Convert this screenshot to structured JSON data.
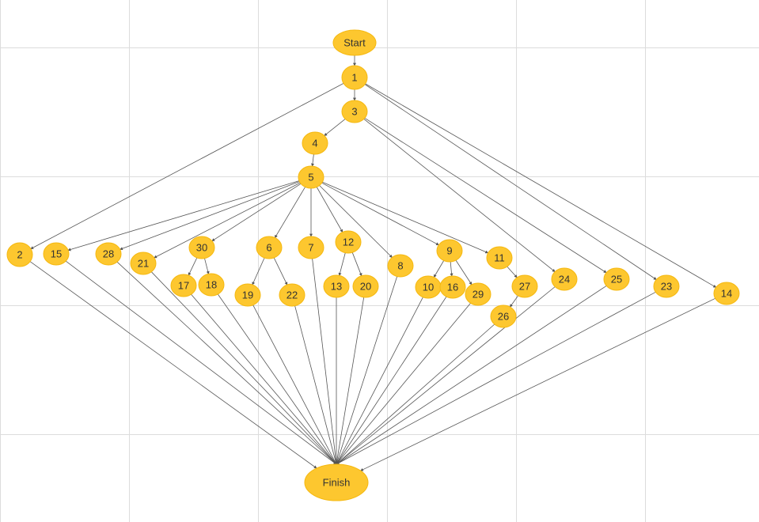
{
  "colors": {
    "node_fill": "#fdc72f",
    "node_stroke": "#f5b80f",
    "edge": "#555555",
    "grid": "#dcdcdc",
    "label": "#333333"
  },
  "nodes": [
    {
      "id": "Start",
      "label": "Start"
    },
    {
      "id": "1",
      "label": "1"
    },
    {
      "id": "3",
      "label": "3"
    },
    {
      "id": "4",
      "label": "4"
    },
    {
      "id": "5",
      "label": "5"
    },
    {
      "id": "2",
      "label": "2"
    },
    {
      "id": "15",
      "label": "15"
    },
    {
      "id": "28",
      "label": "28"
    },
    {
      "id": "21",
      "label": "21"
    },
    {
      "id": "30",
      "label": "30"
    },
    {
      "id": "17",
      "label": "17"
    },
    {
      "id": "18",
      "label": "18"
    },
    {
      "id": "6",
      "label": "6"
    },
    {
      "id": "19",
      "label": "19"
    },
    {
      "id": "22",
      "label": "22"
    },
    {
      "id": "7",
      "label": "7"
    },
    {
      "id": "12",
      "label": "12"
    },
    {
      "id": "13",
      "label": "13"
    },
    {
      "id": "20",
      "label": "20"
    },
    {
      "id": "8",
      "label": "8"
    },
    {
      "id": "9",
      "label": "9"
    },
    {
      "id": "10",
      "label": "10"
    },
    {
      "id": "16",
      "label": "16"
    },
    {
      "id": "29",
      "label": "29"
    },
    {
      "id": "11",
      "label": "11"
    },
    {
      "id": "27",
      "label": "27"
    },
    {
      "id": "26",
      "label": "26"
    },
    {
      "id": "24",
      "label": "24"
    },
    {
      "id": "25",
      "label": "25"
    },
    {
      "id": "23",
      "label": "23"
    },
    {
      "id": "14",
      "label": "14"
    },
    {
      "id": "Finish",
      "label": "Finish"
    }
  ],
  "edges": [
    [
      "Start",
      "1"
    ],
    [
      "1",
      "3"
    ],
    [
      "1",
      "2"
    ],
    [
      "1",
      "23"
    ],
    [
      "1",
      "14"
    ],
    [
      "3",
      "4"
    ],
    [
      "3",
      "24"
    ],
    [
      "3",
      "25"
    ],
    [
      "4",
      "5"
    ],
    [
      "5",
      "15"
    ],
    [
      "5",
      "28"
    ],
    [
      "5",
      "21"
    ],
    [
      "5",
      "30"
    ],
    [
      "5",
      "6"
    ],
    [
      "5",
      "7"
    ],
    [
      "5",
      "12"
    ],
    [
      "5",
      "8"
    ],
    [
      "5",
      "9"
    ],
    [
      "5",
      "11"
    ],
    [
      "30",
      "17"
    ],
    [
      "30",
      "18"
    ],
    [
      "6",
      "19"
    ],
    [
      "6",
      "22"
    ],
    [
      "12",
      "13"
    ],
    [
      "12",
      "20"
    ],
    [
      "9",
      "10"
    ],
    [
      "9",
      "16"
    ],
    [
      "9",
      "29"
    ],
    [
      "11",
      "27"
    ],
    [
      "27",
      "26"
    ],
    [
      "2",
      "Finish"
    ],
    [
      "15",
      "Finish"
    ],
    [
      "28",
      "Finish"
    ],
    [
      "21",
      "Finish"
    ],
    [
      "17",
      "Finish"
    ],
    [
      "18",
      "Finish"
    ],
    [
      "19",
      "Finish"
    ],
    [
      "22",
      "Finish"
    ],
    [
      "7",
      "Finish"
    ],
    [
      "13",
      "Finish"
    ],
    [
      "20",
      "Finish"
    ],
    [
      "8",
      "Finish"
    ],
    [
      "10",
      "Finish"
    ],
    [
      "16",
      "Finish"
    ],
    [
      "29",
      "Finish"
    ],
    [
      "26",
      "Finish"
    ],
    [
      "24",
      "Finish"
    ],
    [
      "25",
      "Finish"
    ],
    [
      "23",
      "Finish"
    ],
    [
      "14",
      "Finish"
    ]
  ]
}
